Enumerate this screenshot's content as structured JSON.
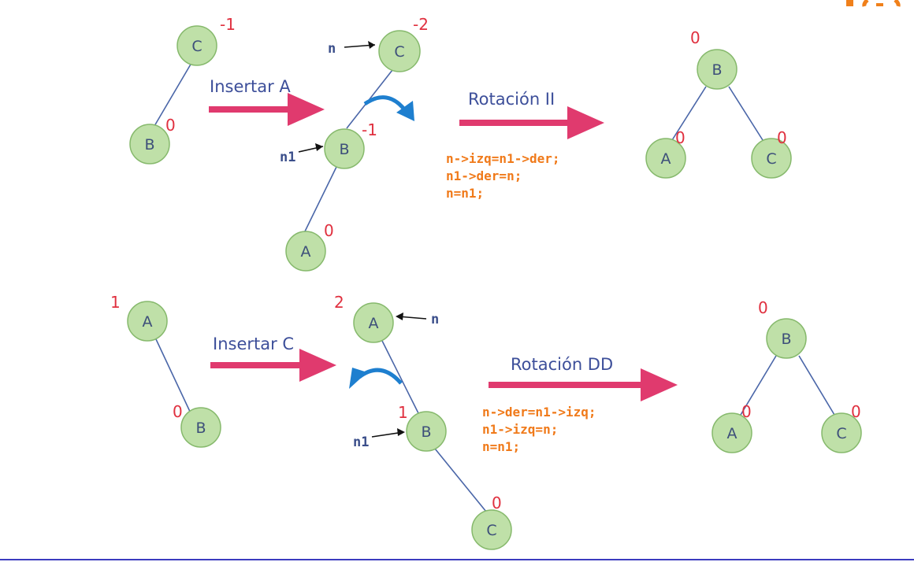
{
  "top_example": {
    "initial": {
      "node_c": "C",
      "bal_c": "-1",
      "node_b": "B",
      "bal_b": "0"
    },
    "insert_label": "Insertar A",
    "unbalanced": {
      "node_c": "C",
      "bal_c": "-2",
      "ptr_n": "n",
      "node_b": "B",
      "bal_b": "-1",
      "ptr_n1": "n1",
      "node_a": "A",
      "bal_a": "0"
    },
    "rotation_label": "Rotación II",
    "code": [
      "n->izq=n1->der;",
      "n1->der=n;",
      "n=n1;"
    ],
    "result": {
      "node_b": "B",
      "bal_b": "0",
      "node_a": "A",
      "bal_a": "0",
      "node_c": "C",
      "bal_c": "0"
    }
  },
  "bottom_example": {
    "initial": {
      "node_a": "A",
      "bal_a": "1",
      "node_b": "B",
      "bal_b": "0"
    },
    "insert_label": "Insertar C",
    "unbalanced": {
      "node_a": "A",
      "bal_a": "2",
      "ptr_n": "n",
      "node_b": "B",
      "bal_b": "1",
      "ptr_n1": "n1",
      "node_c": "C",
      "bal_c": "0"
    },
    "rotation_label": "Rotación DD",
    "code": [
      "n->der=n1->izq;",
      "n1->izq=n;",
      "n=n1;"
    ],
    "result": {
      "node_b": "B",
      "bal_b": "0",
      "node_a": "A",
      "bal_a": "0",
      "node_c": "C",
      "bal_c": "0"
    }
  },
  "colors": {
    "node_fill": "#bfe0a8",
    "balance": "#e0303f",
    "code": "#f07a1a",
    "insert_arrow": "#e03a6e",
    "rotation_arrow": "#1e7fcf",
    "footer_rule": "#3b3bbf",
    "title_fragment": "#f0801a"
  }
}
